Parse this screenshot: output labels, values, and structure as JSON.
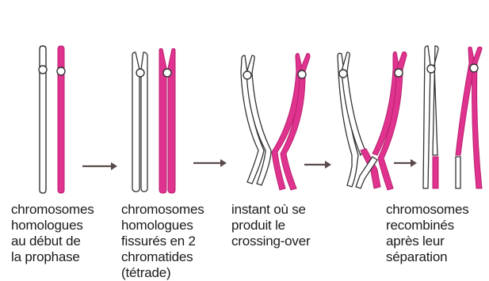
{
  "colors": {
    "magenta": "#e0338f",
    "outline": "#333333",
    "arrow": "#5a4a4a",
    "background": "#ffffff"
  },
  "stages": [
    {
      "caption": "chromosomes\nhomologues\nau début de\nla prophase"
    },
    {
      "caption": "chromosomes\nhomologues\nfissurés en 2\nchromatides\n(tétrade)"
    },
    {
      "caption": "instant où se\nproduit  le\ncrossing-over"
    },
    {
      "caption": ""
    },
    {
      "caption": "chromosomes\nrecombinés\naprès leur\nséparation"
    }
  ],
  "icons": {
    "arrow": "right-arrow-icon",
    "centromere": "centromere-circle-icon"
  }
}
